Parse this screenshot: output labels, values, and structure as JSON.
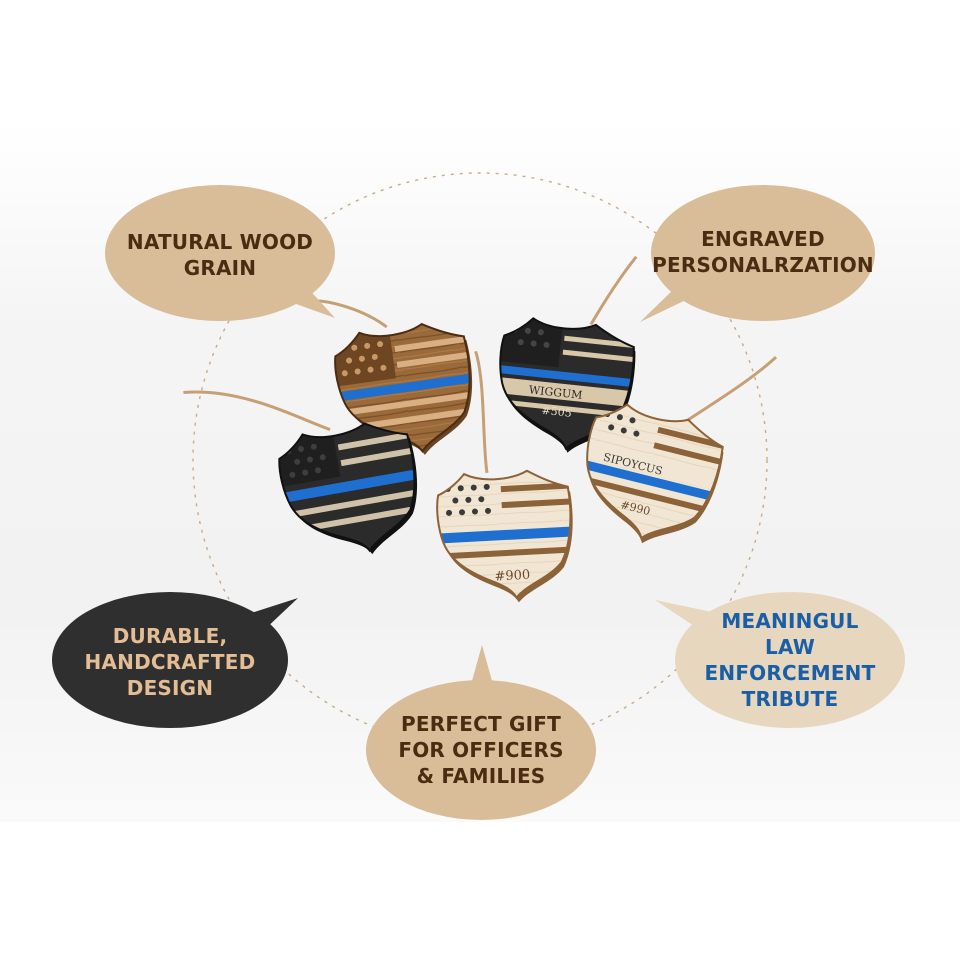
{
  "colors": {
    "bubble_tan": "#d9bc98",
    "bubble_dark": "#2f2f2f",
    "text_brown": "#4b2c12",
    "text_gold": "#e3be95",
    "text_blue": "#1a5fa6",
    "thin_blue_line": "#1e6fd0",
    "wood_light": "#efe3cf",
    "wood_dark": "#9a6a3a",
    "black_finish": "#2b2b2b"
  },
  "callouts": {
    "wood_grain": {
      "lines": [
        "NATURAL WOOD",
        "GRAIN"
      ]
    },
    "engraved": {
      "lines": [
        "ENGRAVED",
        "PERSONALRZATION"
      ]
    },
    "durable": {
      "lines": [
        "DURABLE,",
        "HANDCRAFTED",
        "DESIGN"
      ]
    },
    "gift": {
      "lines": [
        "PERFECT GIFT",
        "FOR OFFICERS",
        "& FAMILIES"
      ]
    },
    "tribute": {
      "lines": [
        "MEANINGUL",
        "LAW ENFORCEMENT",
        "TRIBUTE"
      ]
    }
  },
  "ornaments": {
    "engraving_name_black": "WIGGUM",
    "engraving_badge_black": "#505",
    "engraving_name_white": "SIPOYCUS",
    "engraving_badge_white": "#990",
    "engraving_badge_center": "#900"
  }
}
